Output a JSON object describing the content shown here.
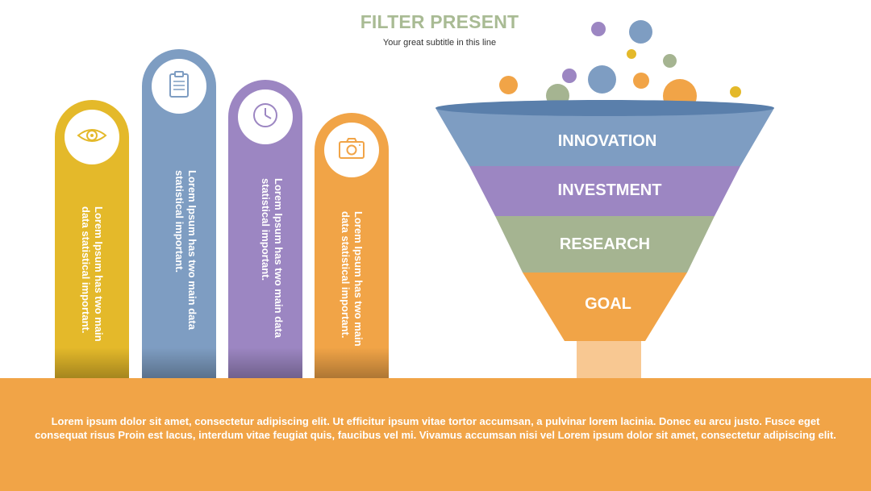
{
  "header": {
    "title": "FILTER PRESENT",
    "subtitle": "Your great subtitle in this line"
  },
  "pillars": [
    {
      "icon": "eye-icon",
      "color": "#e4b92a",
      "text": "Lorem Ipsum has two main data statistical important."
    },
    {
      "icon": "clipboard-icon",
      "color": "#7e9dc2",
      "text": "Lorem Ipsum has two main data statistical important."
    },
    {
      "icon": "clock-icon",
      "color": "#9c86c2",
      "text": "Lorem Ipsum has two main data statistical important."
    },
    {
      "icon": "camera-icon",
      "color": "#f1a447",
      "text": "Lorem Ipsum has two main data statistical important."
    }
  ],
  "funnel": {
    "stages": [
      {
        "label": "INNOVATION",
        "color": "#7e9dc2"
      },
      {
        "label": "INVESTMENT",
        "color": "#9c86c2"
      },
      {
        "label": "RESEARCH",
        "color": "#a5b491"
      },
      {
        "label": "GOAL",
        "color": "#f1a447"
      }
    ],
    "rim_color": "#5a7fab",
    "stem_color": "#f8c892"
  },
  "footer": {
    "text": "Lorem ipsum dolor sit amet, consectetur adipiscing elit. Ut efficitur ipsum vitae tortor accumsan, a pulvinar lorem lacinia. Donec eu arcu justo. Fusce eget consequat risus Proin est lacus, interdum vitae feugiat quis, faucibus vel mi.  Vivamus accumsan nisi vel Lorem ipsum dolor sit amet, consectetur adipiscing elit."
  }
}
